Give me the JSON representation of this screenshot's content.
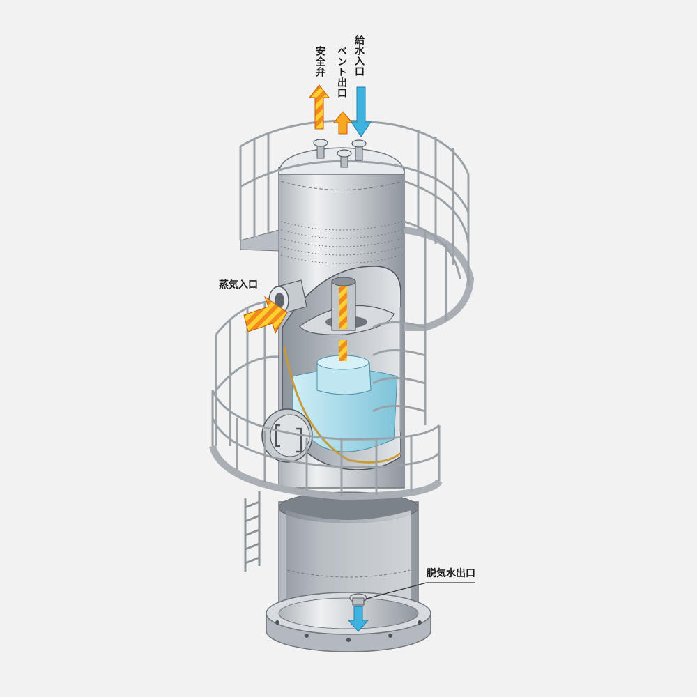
{
  "labels": {
    "feedwater_inlet": "給水入口",
    "vent_outlet": "ベント出口",
    "safety_valve": "安全弁",
    "steam_inlet": "蒸気入口",
    "deaerated_water_outlet": "脱気水出口"
  },
  "colors": {
    "background": "#f2f2f2",
    "steel": "#c9cdd2",
    "steel_dark": "#8e959c",
    "water": "#a9dcea",
    "steam_orange": "#f08a1c",
    "steam_yellow": "#ffd030",
    "water_arrow": "#3fb3e0",
    "vent_arrow": "#f7a820",
    "gasket": "#c89a3a"
  },
  "icons": {
    "steam_inlet_arrow": "hatched-arrow-right",
    "safety_valve_arrow": "hatched-arrow-up",
    "vent_arrow": "arrow-up",
    "feedwater_arrow": "arrow-down",
    "outlet_arrow": "arrow-down"
  }
}
